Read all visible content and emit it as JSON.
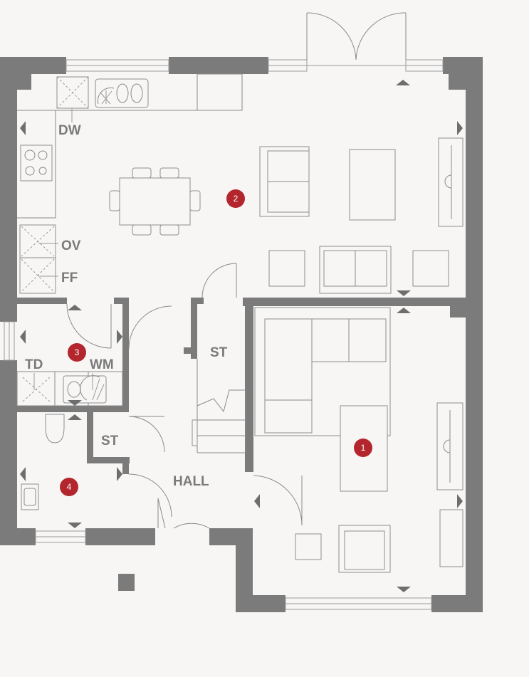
{
  "labels": {
    "dw": "DW",
    "ov": "OV",
    "ff": "FF",
    "td": "TD",
    "wm": "WM",
    "st_upper": "ST",
    "st_lower": "ST",
    "hall": "HALL"
  },
  "rooms": [
    {
      "number": "1"
    },
    {
      "number": "2"
    },
    {
      "number": "3"
    },
    {
      "number": "4"
    }
  ],
  "colors": {
    "wall": "#7b7b7b",
    "badge": "#b3262d",
    "background": "#f7f6f5"
  }
}
